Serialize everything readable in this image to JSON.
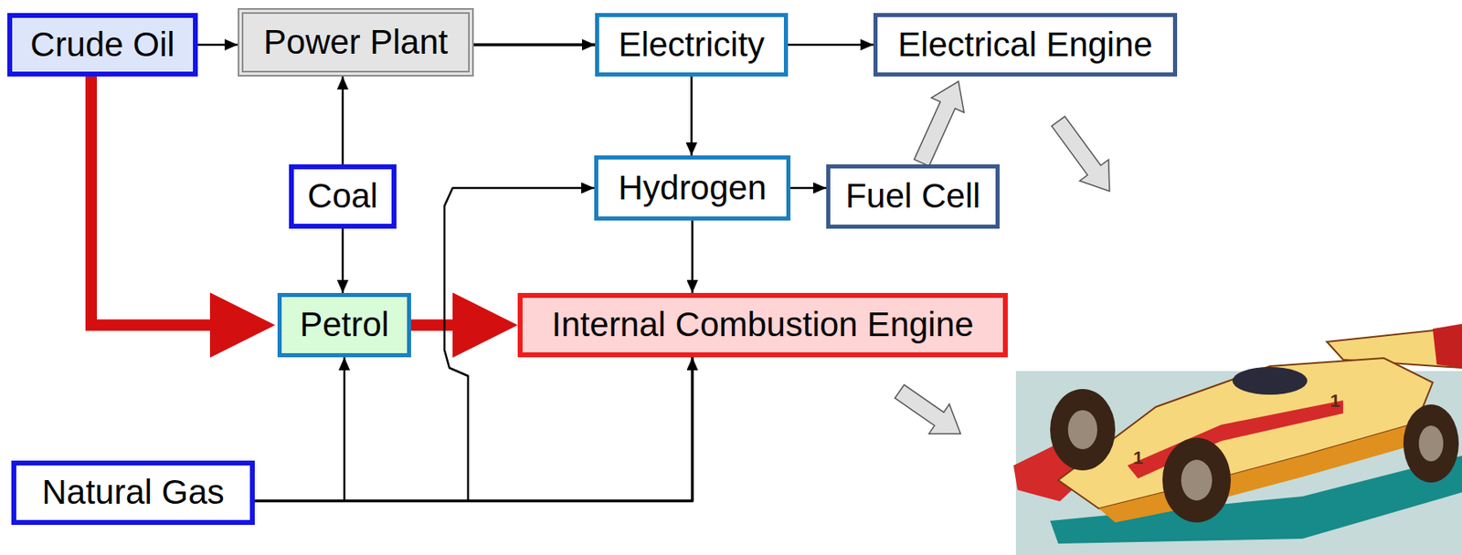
{
  "diagram": {
    "nodes": [
      {
        "text": [
          "Crude Oil"
        ]
      },
      {
        "text": [
          "Power Plant"
        ]
      },
      {
        "text": [
          "Electricity"
        ]
      },
      {
        "text": [
          "Electrical Engine"
        ]
      },
      {
        "text": [
          "Coal"
        ]
      },
      {
        "text": [
          "Hydrogen"
        ]
      },
      {
        "text": [
          "Fuel Cell"
        ]
      },
      {
        "text": [
          "Petrol"
        ]
      },
      {
        "text": [
          "Internal Combustion Engine"
        ]
      },
      {
        "text": [
          "Natural Gas"
        ]
      }
    ],
    "edges": [
      {
        "from": 0,
        "to": 1,
        "arrow": "to"
      },
      {
        "from": 1,
        "to": 2,
        "arrow": "to"
      },
      {
        "from": 2,
        "to": 3,
        "arrow": "to"
      },
      {
        "from": 4,
        "to": 1,
        "arrow": "to"
      },
      {
        "from": 2,
        "to": 5,
        "arrow": "to"
      },
      {
        "from": 5,
        "to": 6,
        "arrow": "to"
      },
      {
        "from": 6,
        "to": 3,
        "arrow": "to"
      },
      {
        "from": 0,
        "to": 7,
        "arrow": "to"
      },
      {
        "from": 4,
        "to": 7,
        "arrow": "to"
      },
      {
        "from": 7,
        "to": 8,
        "arrow": "to"
      },
      {
        "from": 5,
        "to": 8,
        "arrow": "to"
      },
      {
        "from": 9,
        "to": 7,
        "arrow": "to"
      },
      {
        "from": 9,
        "to": 5,
        "arrow": "to"
      },
      {
        "from": 9,
        "to": 8,
        "arrow": "to"
      }
    ],
    "labels": [
      "1",
      "1"
    ]
  }
}
